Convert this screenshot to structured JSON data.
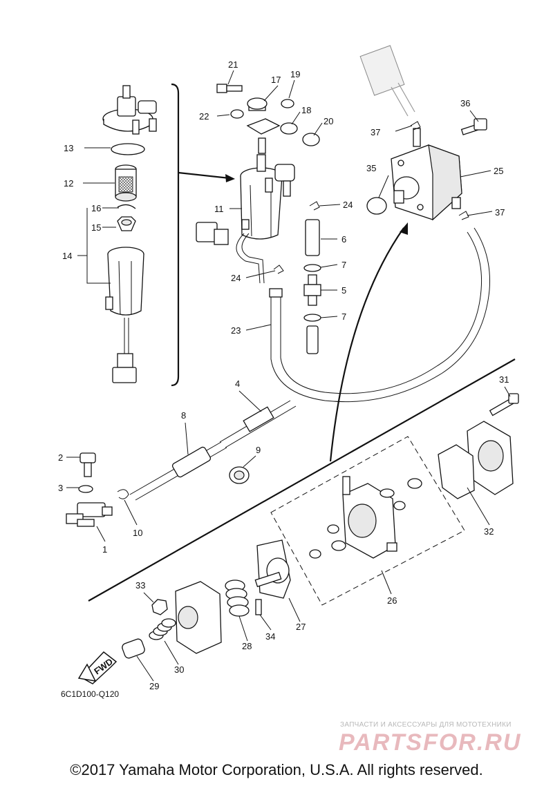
{
  "callouts": {
    "c1": "1",
    "c2": "2",
    "c3": "3",
    "c4": "4",
    "c5": "5",
    "c6": "6",
    "c7a": "7",
    "c7b": "7",
    "c8": "8",
    "c9": "9",
    "c10": "10",
    "c11": "11",
    "c12": "12",
    "c13": "13",
    "c14": "14",
    "c15": "15",
    "c16": "16",
    "c17": "17",
    "c18": "18",
    "c19": "19",
    "c20": "20",
    "c21": "21",
    "c22": "22",
    "c23": "23",
    "c24a": "24",
    "c24b": "24",
    "c25": "25",
    "c26": "26",
    "c27": "27",
    "c28": "28",
    "c29": "29",
    "c30": "30",
    "c31": "31",
    "c32": "32",
    "c33": "33",
    "c34": "34",
    "c35": "35",
    "c36": "36",
    "c37a": "37",
    "c37b": "37"
  },
  "fwd_label": "FWD",
  "diagram_code": "6C1D100-Q120",
  "watermark": {
    "tagline": "ЗАПЧАСТИ И АКСЕССУАРЫ ДЛЯ МОТОТЕХНИКИ",
    "logo": "PARTSFOR.RU"
  },
  "copyright": "©2017 Yamaha Motor Corporation, U.S.A. All rights reserved."
}
